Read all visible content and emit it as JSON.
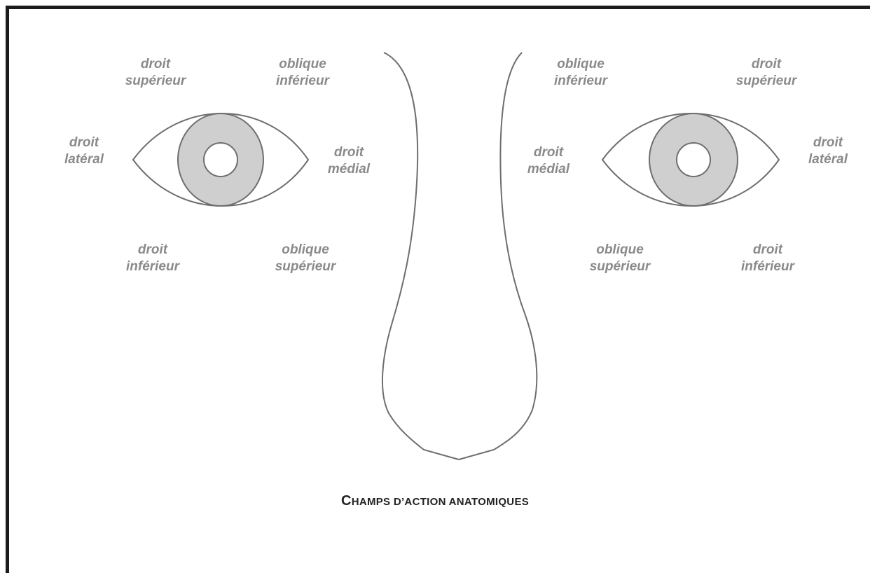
{
  "diagram": {
    "colors": {
      "frame": "#1c1c1c",
      "outline": "#6e6e6e",
      "iris": "#cfcfcf",
      "label_text": "#8a8a8a",
      "caption_text": "#222222"
    },
    "left_eye": {
      "top_left": [
        "droit",
        "supérieur"
      ],
      "top_right": [
        "oblique",
        "inférieur"
      ],
      "mid_left": [
        "droit",
        "latéral"
      ],
      "mid_right": [
        "droit",
        "médial"
      ],
      "bottom_left": [
        "droit",
        "inférieur"
      ],
      "bottom_right": [
        "oblique",
        "supérieur"
      ]
    },
    "right_eye": {
      "top_left": [
        "oblique",
        "inférieur"
      ],
      "top_right": [
        "droit",
        "supérieur"
      ],
      "mid_left": [
        "droit",
        "médial"
      ],
      "mid_right": [
        "droit",
        "latéral"
      ],
      "bottom_left": [
        "oblique",
        "supérieur"
      ],
      "bottom_right": [
        "droit",
        "inférieur"
      ]
    },
    "caption": {
      "first_letter": "C",
      "rest": "hamps d’action anatomiques"
    }
  }
}
